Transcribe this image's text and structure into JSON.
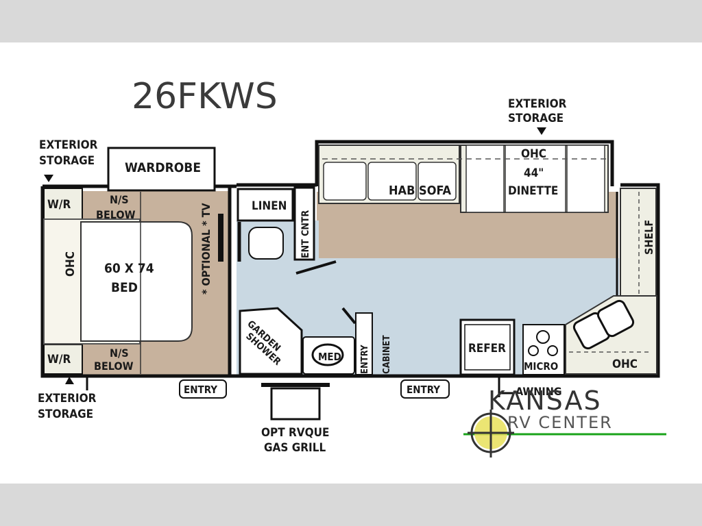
{
  "model": "26FKWS",
  "labels": {
    "exterior_storage_top": [
      "EXTERIOR",
      "STORAGE"
    ],
    "exterior_storage_left": [
      "EXTERIOR",
      "STORAGE"
    ],
    "exterior_storage_bottom": [
      "EXTERIOR",
      "STORAGE"
    ],
    "wardrobe": "WARDROBE",
    "wr_top": "W/R",
    "wr_bottom": "W/R",
    "ns_below_top": [
      "N/S",
      "BELOW"
    ],
    "ns_below_bottom": [
      "N/S",
      "BELOW"
    ],
    "ohc_bed": "OHC",
    "bed": [
      "60 X 74",
      "BED"
    ],
    "optional_tv": "* OPTIONAL * TV",
    "linen": "LINEN",
    "ent_cntr": "ENT CNTR",
    "hab_sofa": "HAB SOFA",
    "ohc_dinette": "OHC",
    "dinette": [
      "44\"",
      "DINETTE"
    ],
    "shelf": "SHELF",
    "garden_shower": [
      "GARDEN",
      "SHOWER"
    ],
    "med": "MED",
    "entry_cabinet": [
      "ENTRY",
      "CABINET"
    ],
    "refer": "REFER",
    "micro": "MICRO",
    "ohc_kitchen": "OHC",
    "entry_left": "ENTRY",
    "entry_right": "ENTRY",
    "awning": "AWNING",
    "gas_grill": [
      "OPT RVQUE",
      "GAS GRILL"
    ]
  },
  "logo": {
    "name": "KANSAS",
    "sub": "RV CENTER"
  },
  "colors": {
    "floor_tan": "#c7b29d",
    "floor_blue": "#c9d8e2",
    "sofa_cream": "#efefe4",
    "bed_cream": "#f7f5ec",
    "wall": "#111111",
    "logo_green": "#1aa31a",
    "logo_yellow": "#e8e05a"
  }
}
